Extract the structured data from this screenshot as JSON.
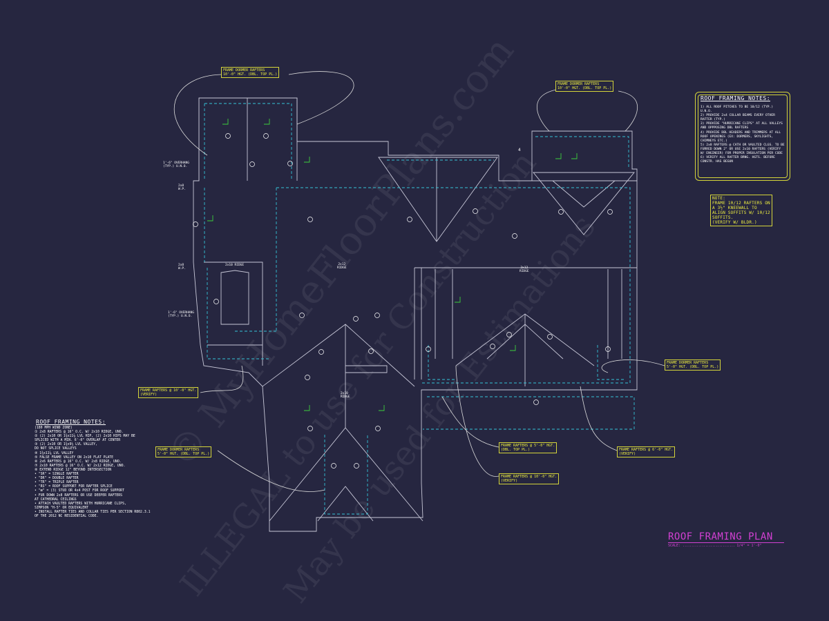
{
  "sheet": {
    "title": "ROOF FRAMING PLAN",
    "scale_label": "SCALE:",
    "scale_value": "1/4\" = 1'-0\""
  },
  "watermarks": [
    "© MyHomeFloorPlans.com",
    "ILLEGAL to use for Construction",
    "May be used for Estimations"
  ],
  "roof_framing_notes": {
    "title": "ROOF FRAMING NOTES:",
    "items": [
      "1) ALL ROOF PITCHES TO BE 10/12 (TYP.) U.N.O.",
      "2) PROVIDE 2x4 COLLAR BEAMS EVERY OTHER RAFTER (TYP.)",
      "3) PROVIDE \"HURRICANE CLIPS\" AT ALL VALLEYS AND OPPPOSING DBL RAFTERS",
      "4) PROVIDE DBL HEADERS AND TRIMMERS AT ALL ROOF OPENINGS (EX: DORMERS, SKYLIGHTS, CHIMNEYS ETC.)",
      "5) 2x8 RAFTERS @ CATH OR VAULTED CLGS. TO BE FURRED DOWN 2\" OR USE 2x10 RAFTERS (VERIFY W/ ENGINEER) FOR PROPER INSULATION PER CODE",
      "6) VERIFY ALL RAFTER BRNG. HGTS. BEFORE CONSTR. HAS BEGUN"
    ]
  },
  "small_note": {
    "text": "NOTE:\nFRAME 10/12 RAFTERS ON A 3½\" KNEEWALL TO ALIGN SOFFITS W/ 10/12 SOFFITS.\n(VERIFY W/ BLDR.)"
  },
  "legend": {
    "title": "ROOF FRAMING NOTES:",
    "items": [
      "(180 MPH WIND ZONE)",
      "① 2x8 RAFTERS @ 16\" O.C. W/ 2x10 RIDGE, UNO.",
      "② (2) 2x10 OR 1¾x11⅞ LVL HIP, (2) 2x10 HIPS MAY BE",
      "     SPLICED WITH A MIN. 6'-0\" OVERLAP AT CENTER",
      "③ (2) 2x10 OR 1¾x9¼ LVL VALLEY,",
      "     DO NOT SPLICE VALLEYS",
      "④ 1¾x11⅞ LVL VALLEY",
      "⑤ FALSE FRAME VALLEY ON 2x10 FLAT PLATE",
      "⑥ 2x6 RAFTERS @ 16\" O.C. W/ 2x8 RIDGE, UNO.",
      "⑦ 2x10 RAFTERS @ 16\" O.C. W/ 2x12 RIDGE, UNO.",
      "⑧ EXTEND RIDGE 12\" BEYOND INTERSECTION",
      "•  \"SR\" = SINGLE RAFTER",
      "•  \"DR\" = DOUBLE RAFTER",
      "•  \"TR\" = TRIPLE RAFTER",
      "•  \"RS\" = ROOF SUPPORT FOR RAFTER SPLICE",
      "•  \"⊠\" = (3) STUD OR 4x4 POST FOR ROOF SUPPORT",
      "•  FUR DOWN 2x8 RAFTERS OR USE DEEPER RAFTERS",
      "     AT CATHEDRAL CEILINGS",
      "•  ATTACH VAULTED RAFTERS WITH HURRICANE CLIPS,",
      "     SIMPSON \"H-5\" OR EQUIVALENT",
      "•  INSTALL RAFTER TIES AND COLLAR TIES PER SECTION R802.3.1",
      "     OF THE 2012 NC RESIDENTIAL CODE."
    ]
  },
  "callouts": {
    "dormer_top_left": "FRAME DORMER RAFTERS\n10'-0\" HGT. (DBL. TOP PL.)",
    "dormer_top_right": "FRAME DORMER RAFTERS\n10'-0\" HGT. (DBL. TOP PL.)",
    "rafters_left": "FRAME RAFTERS @ 10'-0\" HGT.\n(VERIFY)",
    "dormer_bottom_left": "FRAME DORMER RAFTERS\n5'-0\" HGT. (DBL. TOP PL.)",
    "dormer_right": "FRAME DORMER RAFTERS\n5'-0\" HGT. (DBL. TOP PL.)",
    "rafters_5ft": "FRAME RAFTERS @ 5'-0\" HGT.\n(DBL. TOP PL.)",
    "rafters_6ft": "FRAME RAFTERS @ 6'-0\" HGT.\n(VERIFY)",
    "rafters_10ft_bottom": "FRAME RAFTERS @ 10'-0\" HGT.\n(VERIFY)"
  },
  "plan_labels": {
    "overhang_1": "1'-6\" OVERHANG\n(TYP.) U.N.O.",
    "overhang_2": "1'-6\" OVERHANG\n(TYP.) U.N.O.",
    "wp_1": "2x8\nW.P.",
    "wp_2": "2x8\nW.P.",
    "ridge_1": "2x10 RIDGE",
    "ridge_2": "2x12\nRIDGE",
    "ridge_3": "2x12\nRIDGE",
    "ridge_4": "2x10\nRIDGE",
    "num_4": "4"
  },
  "colors": {
    "background": "#262640",
    "linework": "#c8c8d8",
    "dashed": "#35c4d8",
    "notes": "#f0f040",
    "title": "#d340d3",
    "symbols": "#3cd03c"
  }
}
